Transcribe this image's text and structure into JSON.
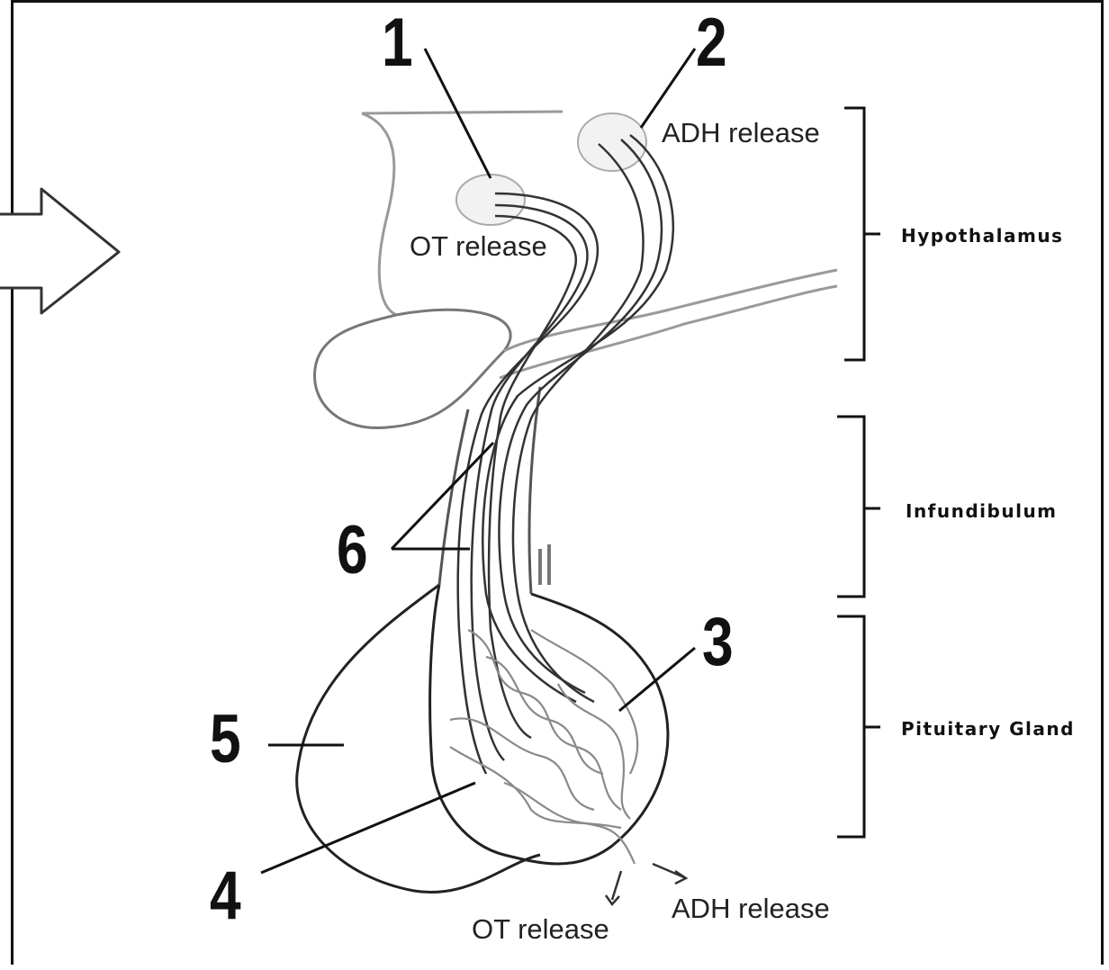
{
  "callouts": {
    "n1": "1",
    "n2": "2",
    "n3": "3",
    "n4": "4",
    "n5": "5",
    "n6": "6"
  },
  "release_labels": {
    "ot_top": "OT release",
    "adh_top": "ADH release",
    "ot_bottom": "OT release",
    "adh_bottom": "ADH release"
  },
  "regions": {
    "hypothalamus": "Hypothalamus",
    "infundibulum": "Infundibulum",
    "pituitary": "Pituitary Gland"
  }
}
